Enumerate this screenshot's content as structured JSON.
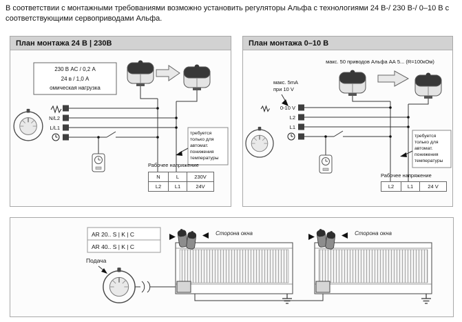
{
  "intro": "В соответствии с монтажными требованиями возможно установить регуляторы Альфа с технологиями 24 В-/ 230 В-/ 0–10 В с соответствующими сервоприводами Альфа.",
  "panel24": {
    "title": "План монтажа 24 В | 230В",
    "load_line1": "230 В AC / 0,2 А",
    "load_line2": "24 в / 1,0 А",
    "load_line3": "омическая нагрузка",
    "t2": "N/L2",
    "t3": "L/L1",
    "note": "требуется только для автомат. понижения температуры",
    "voltage_title": "Рабочее напряжение",
    "table": {
      "r1": [
        "N",
        "L",
        "230V"
      ],
      "r2": [
        "L2",
        "L1",
        "24V"
      ]
    }
  },
  "panel010": {
    "title": "План монтажа 0–10 В",
    "top_note": "макс. 50 приводов Альфа АА 5... (R=100кОм)",
    "current_l1": "макс. 5mA",
    "current_l2": "при 10 V",
    "t1": "0-10 V",
    "t2": "L2",
    "t3": "L1",
    "note": "требуется только для автомат. понижения температуры",
    "voltage_title": "Рабочее напряжение",
    "table": {
      "r1": [
        "L2",
        "L1",
        "24 V"
      ]
    }
  },
  "bottom": {
    "model1": "AR 20.. S | K | C",
    "model2": "AR 40.. S | K | C",
    "supply": "Подача",
    "window1": "Сторона окна",
    "window2": "Сторона окна"
  },
  "icons": {
    "terminal_signal": "ac-wave-icon",
    "terminal_clock": "clock-icon",
    "actuator": "actuator-icon",
    "dial": "thermostat-dial-icon",
    "timer": "time-switch-icon",
    "ground": "ground-icon",
    "mount_arrow": "mount-arrow-icon",
    "pipe_break": "pipe-break-icon"
  },
  "colors": {
    "panel_header_bg": "#d2d2d2",
    "panel_border": "#a8a8a8",
    "wire": "#333333",
    "terminal_block": "#3f3f3f",
    "actuator_dark": "#383838"
  }
}
